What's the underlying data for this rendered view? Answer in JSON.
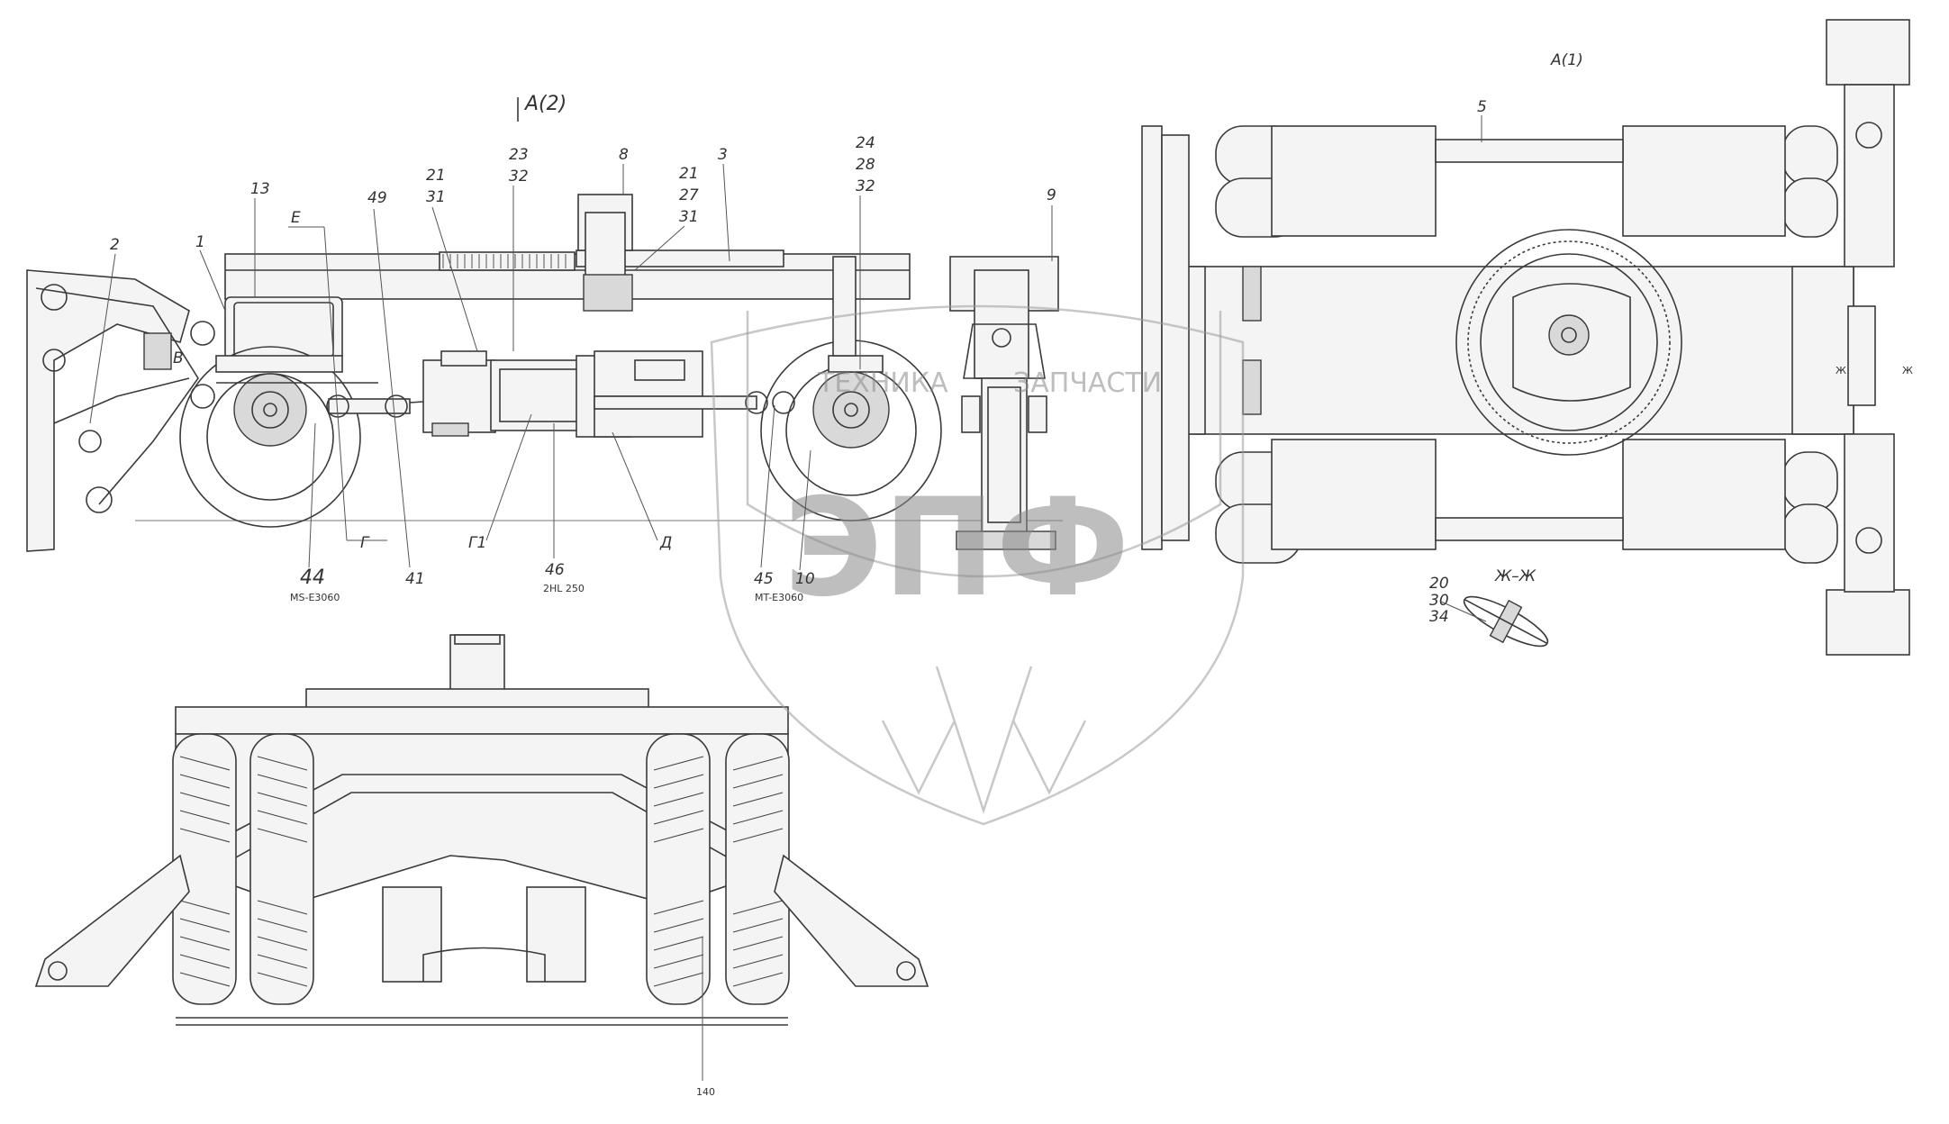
{
  "view_labels": {
    "view_a2": "А(2)",
    "view_a1": "А(1)",
    "section_zh": "Ж–Ж"
  },
  "section_marks": {
    "e": "Е",
    "v": "В",
    "g": "Г",
    "g1": "Г1",
    "d": "Д",
    "zh_left": "Ж",
    "zh_right": "Ж"
  },
  "callouts": {
    "c1": "1",
    "c2": "2",
    "c3": "3",
    "c5": "5",
    "c8": "8",
    "c9": "9",
    "c10": "10",
    "c13": "13",
    "c20": "20",
    "c30": "30",
    "c34": "34",
    "c41": "41",
    "c44": "44",
    "c45": "45",
    "c46": "46",
    "c49": "49",
    "c140": "140",
    "stack_21_31": [
      "21",
      "31"
    ],
    "stack_23_32": [
      "23",
      "32"
    ],
    "stack_21_27_31": [
      "21",
      "27",
      "31"
    ],
    "stack_24_28_32": [
      "24",
      "28",
      "32"
    ]
  },
  "component_codes": {
    "axle_front": "MS-E3060",
    "gearbox": "2HL 250",
    "axle_rear": "MT-E3060"
  },
  "watermark": {
    "text_top_left": "ТЕХНИКА",
    "text_top_right": "ЗАПЧАСТИ",
    "letters": "ЭПФ",
    "color": "#8a8a8a"
  }
}
